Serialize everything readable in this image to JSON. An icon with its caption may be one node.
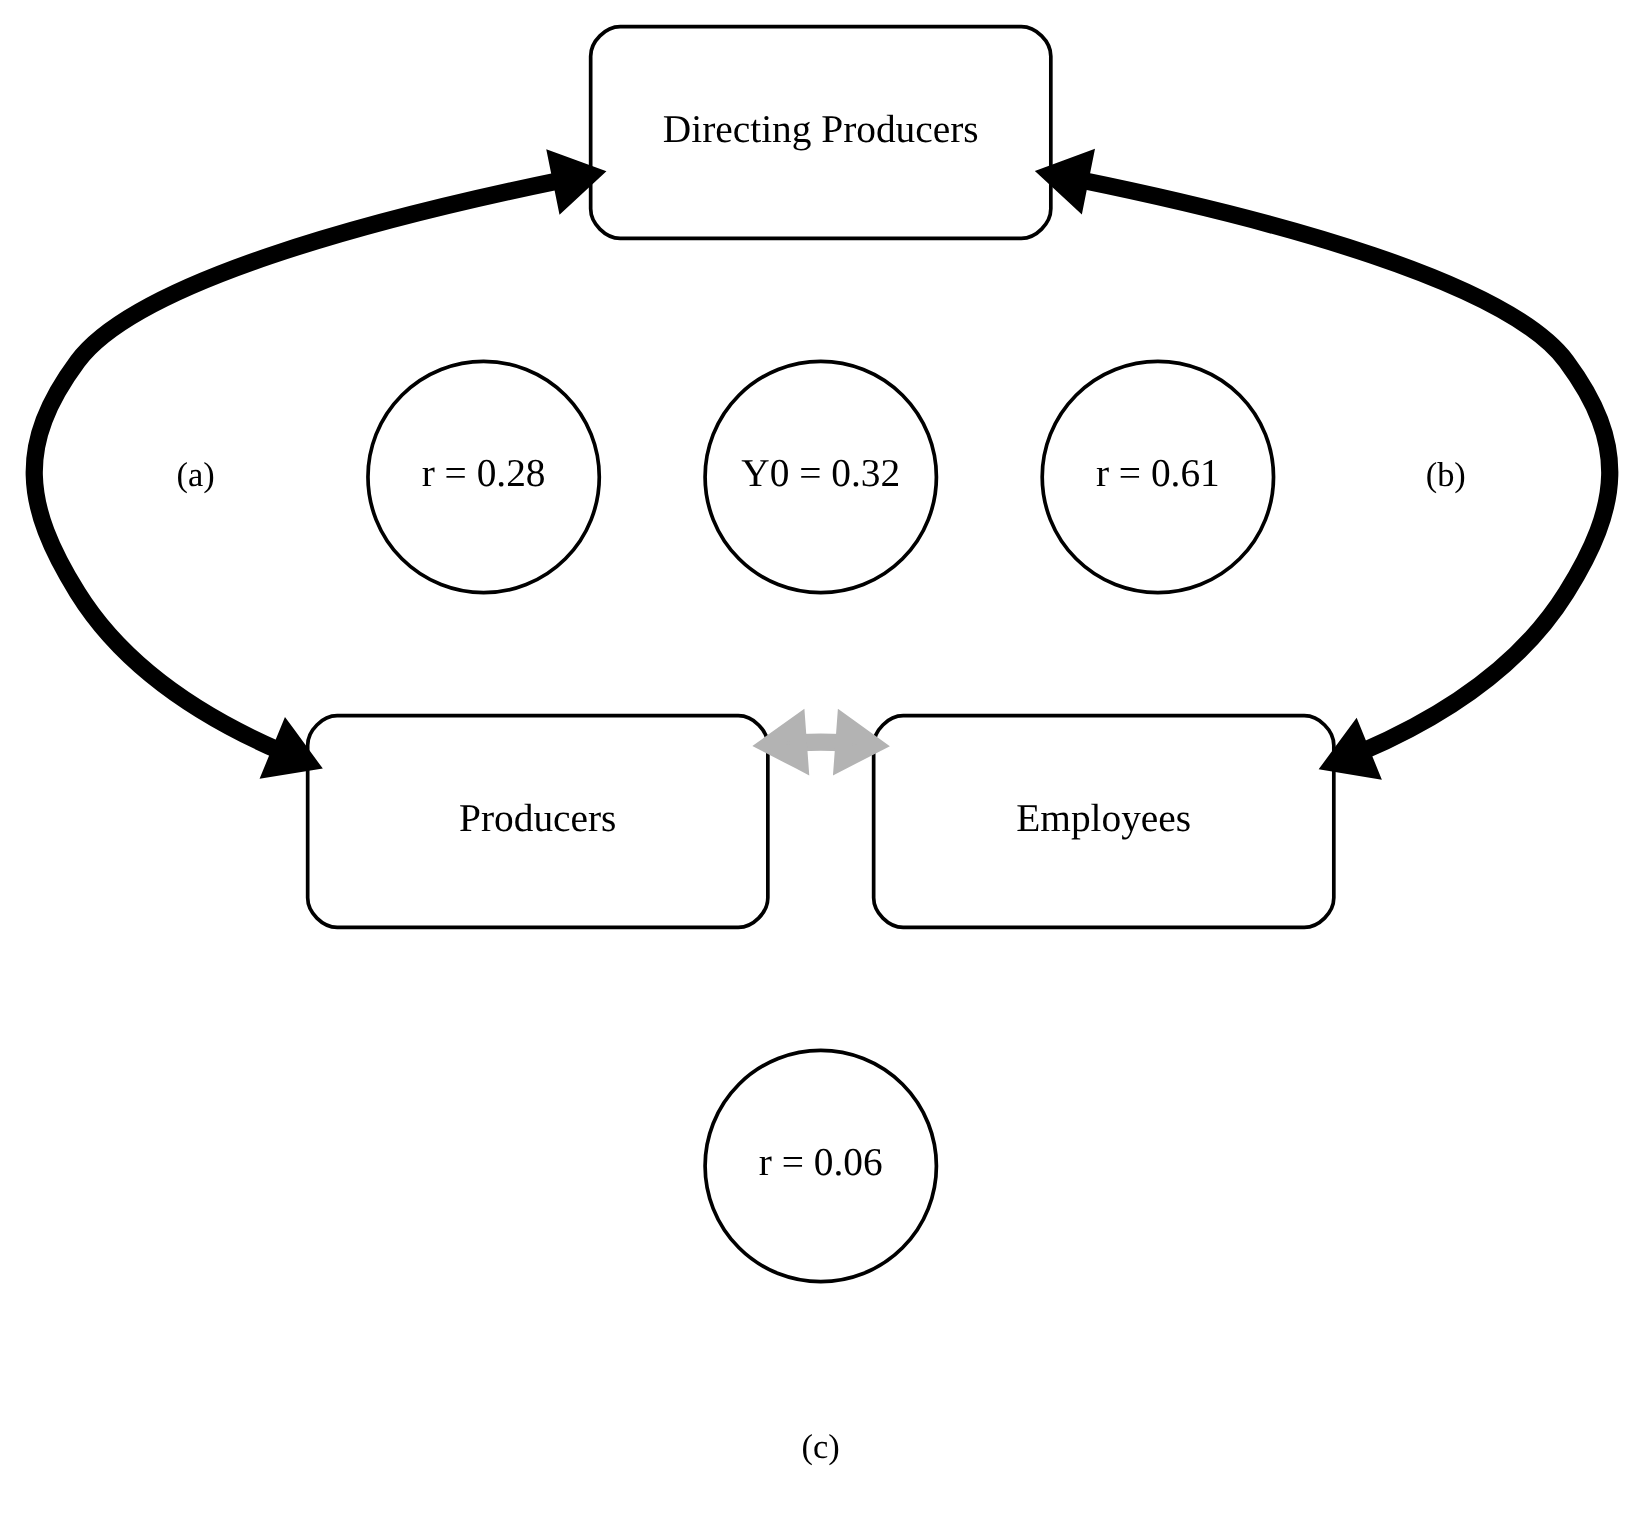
{
  "diagram": {
    "nodes": [
      {
        "text": [
          "Directing Producers"
        ]
      },
      {
        "text": [
          "r = 0.28"
        ]
      },
      {
        "text": [
          "r = 0.61"
        ]
      },
      {
        "text": [
          "Y0 = 0.32"
        ]
      },
      {
        "text": [
          "Producers"
        ]
      },
      {
        "text": [
          "Employees"
        ]
      },
      {
        "text": [
          "r = 0.06"
        ]
      }
    ],
    "edges": [
      {
        "from": 4,
        "to": 0,
        "arrow": "both"
      },
      {
        "from": 0,
        "to": 5,
        "arrow": "both"
      },
      {
        "from": 4,
        "to": 5,
        "arrow": "both",
        "color": "#b3b3b3"
      }
    ],
    "labels": [
      "(a)",
      "(b)",
      "(c)"
    ]
  }
}
